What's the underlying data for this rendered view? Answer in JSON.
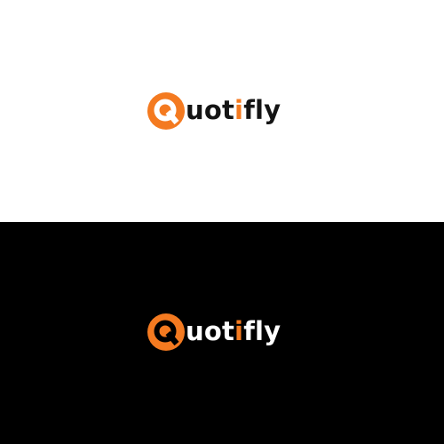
{
  "logo": {
    "mark_letter": "Q",
    "wordmark_pre": "uot",
    "wordmark_accent": "i",
    "wordmark_post": "fly",
    "brand_color": "#F47A20",
    "mark_icon": "q-circle-icon"
  },
  "panels": [
    {
      "variant": "light",
      "background": "#FFFFFF",
      "text_color": "#141414"
    },
    {
      "variant": "dark",
      "background": "#000000",
      "text_color": "#FFFFFF"
    }
  ]
}
